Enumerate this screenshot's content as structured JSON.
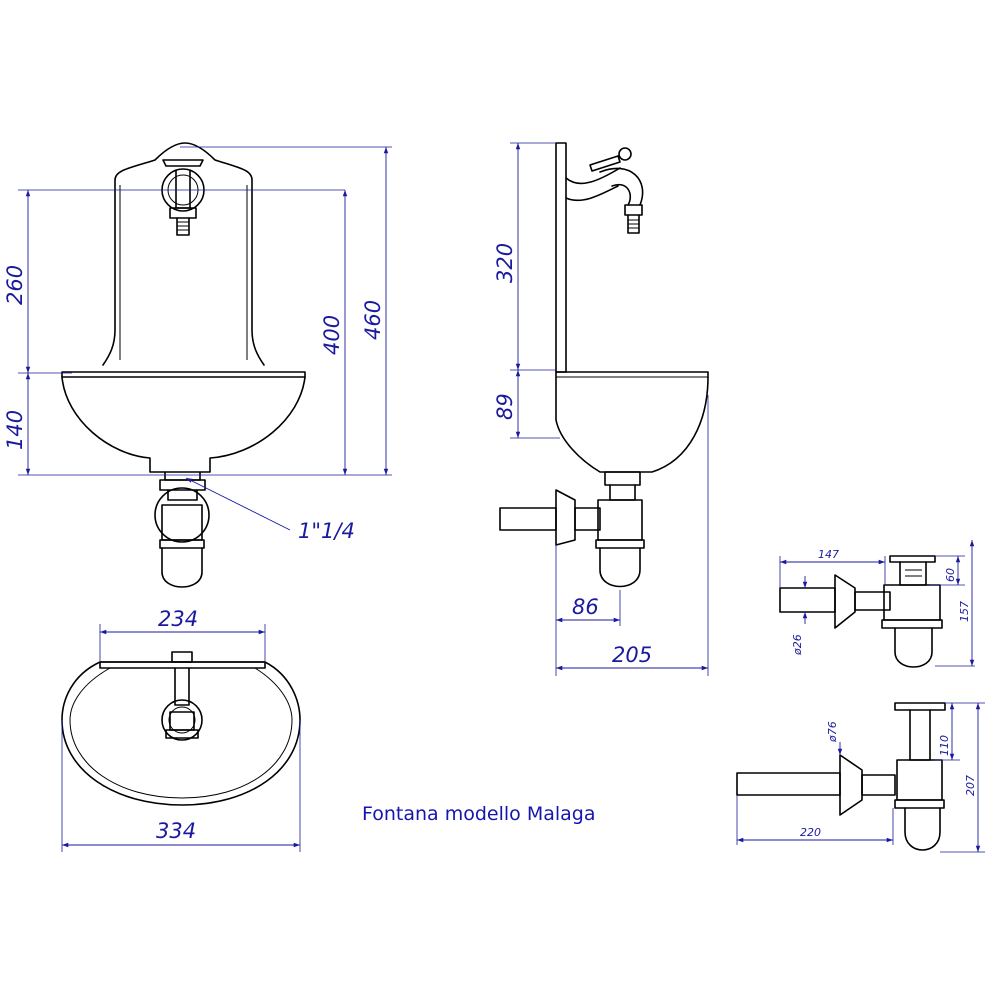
{
  "caption": "Fontana modello Malaga",
  "front_view": {
    "dims": {
      "back_height": "260",
      "basin_height": "140",
      "total_400": "400",
      "total_460": "460",
      "drain": "1\"1/4"
    }
  },
  "side_view": {
    "dims": {
      "back_height": "320",
      "basin_height": "89",
      "drain_offset": "86",
      "depth": "205"
    }
  },
  "top_view": {
    "dims": {
      "inner_width": "234",
      "outer_width": "334"
    }
  },
  "siphon_a": {
    "dims": {
      "length": "147",
      "top": "60",
      "height": "157",
      "pipe_diameter": "ø26"
    }
  },
  "siphon_b": {
    "dims": {
      "diameter": "ø76",
      "height_110": "110",
      "height_207": "207",
      "length": "220"
    }
  },
  "colors": {
    "dimension": "#1a1a9e",
    "caption": "#1515b0",
    "object": "#000000"
  }
}
